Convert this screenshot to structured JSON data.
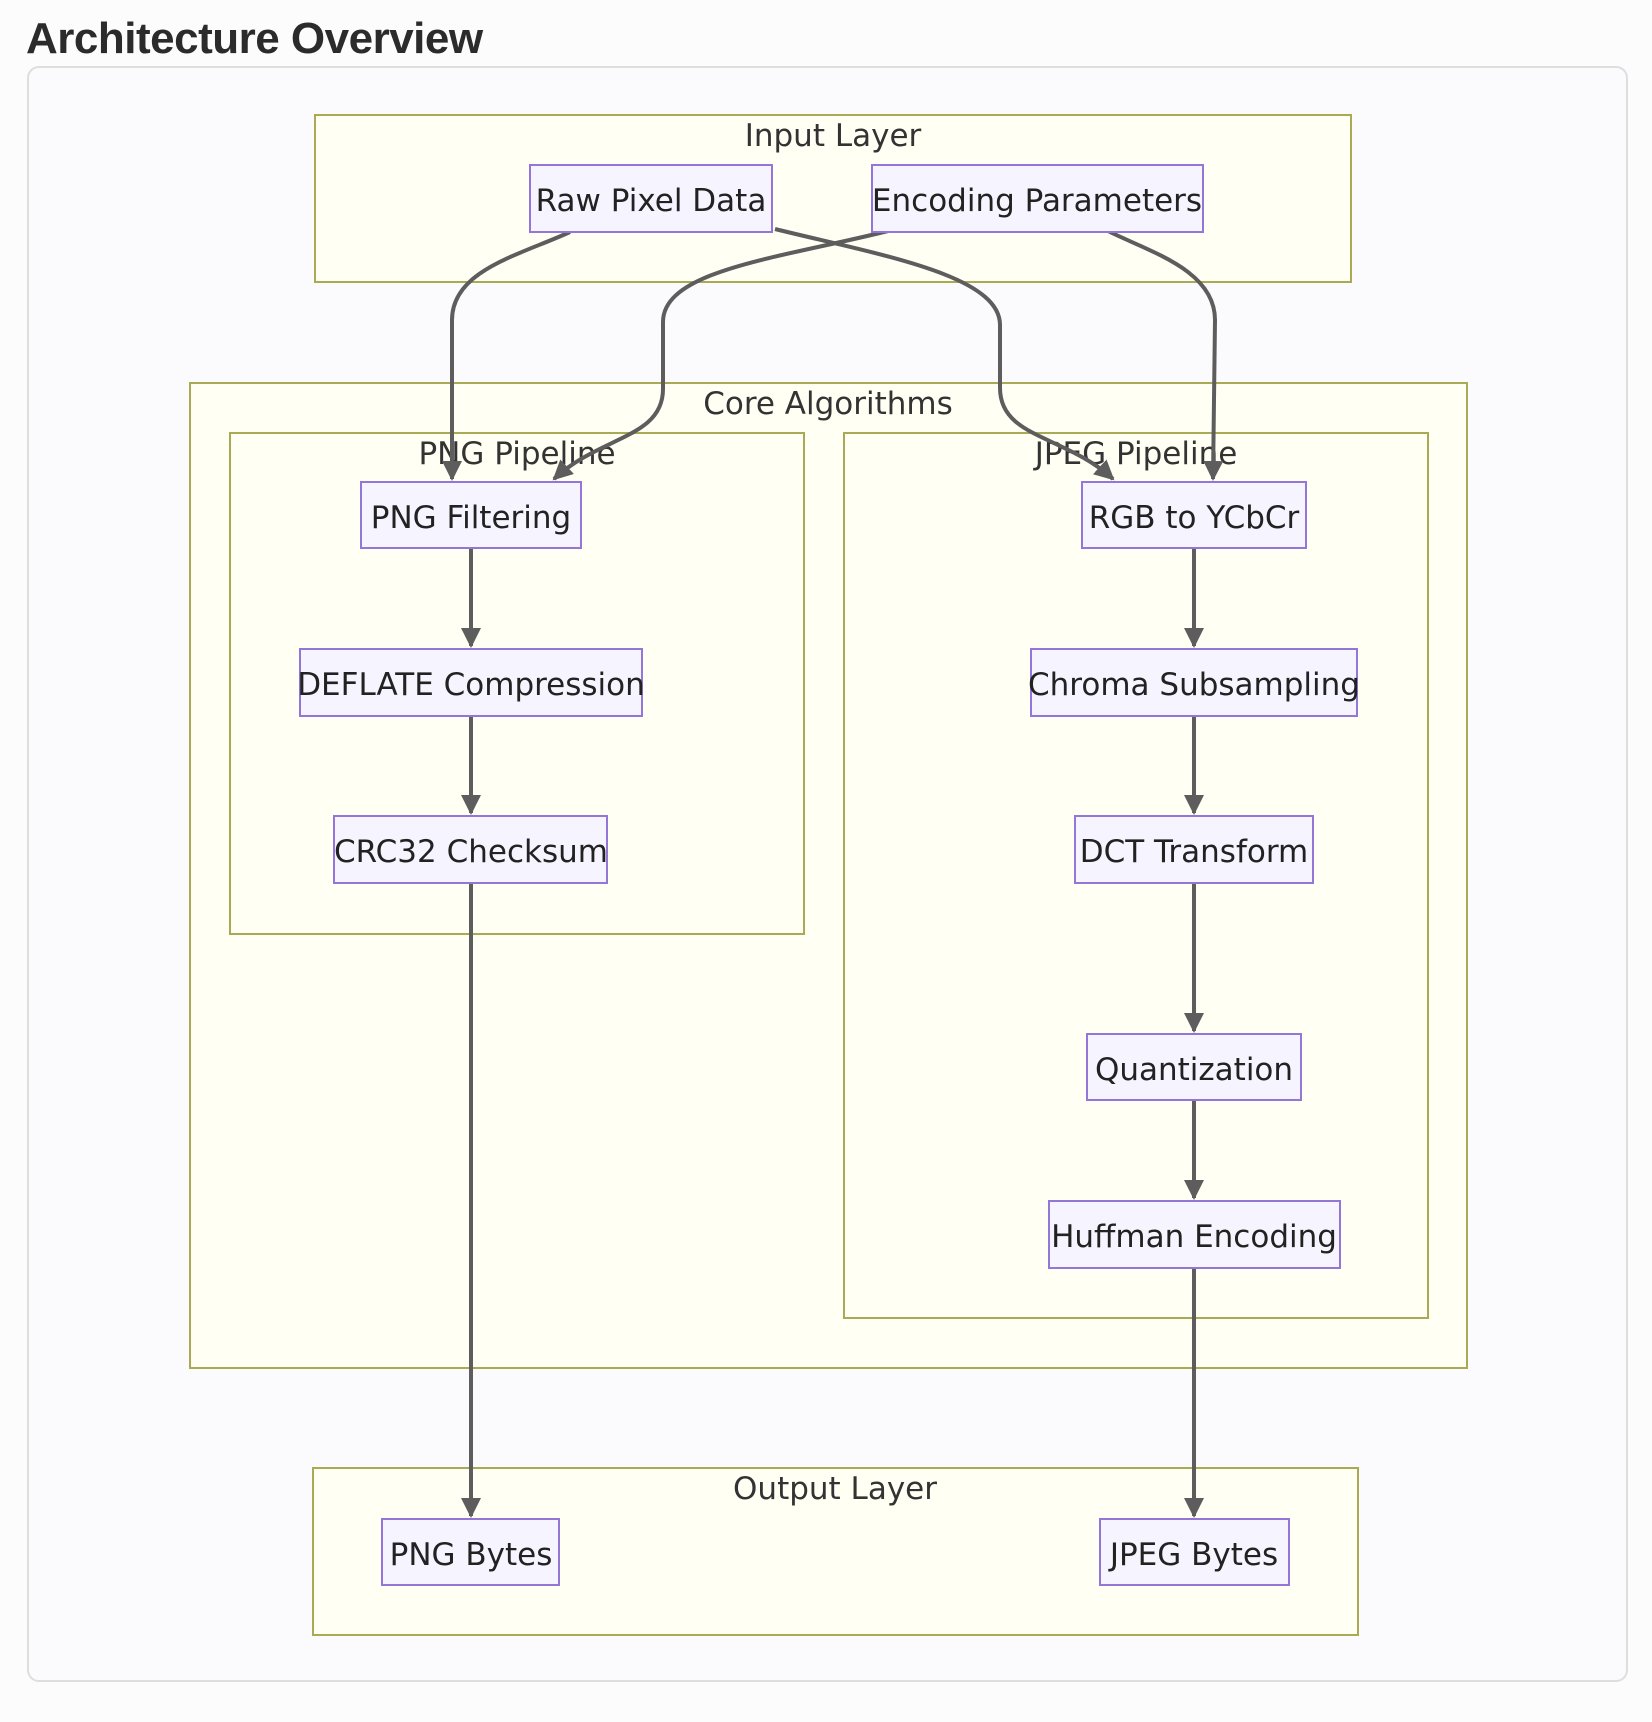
{
  "title": "Architecture Overview",
  "colors": {
    "cluster_fill": "#fffff4",
    "cluster_border": "#aaaa55",
    "node_fill": "#f6f5ff",
    "node_border": "#9376d8",
    "edge": "#5d5d5d"
  },
  "clusters": {
    "input": "Input Layer",
    "core": "Core Algorithms",
    "png": "PNG Pipeline",
    "jpeg": "JPEG Pipeline",
    "output": "Output Layer"
  },
  "nodes": {
    "raw_pixel": "Raw Pixel Data",
    "enc_params": "Encoding Parameters",
    "png_filter": "PNG Filtering",
    "deflate": "DEFLATE Compression",
    "crc32": "CRC32 Checksum",
    "rgb_ycbcr": "RGB to YCbCr",
    "chroma": "Chroma Subsampling",
    "dct": "DCT Transform",
    "quant": "Quantization",
    "huffman": "Huffman Encoding",
    "png_bytes": "PNG Bytes",
    "jpeg_bytes": "JPEG Bytes"
  },
  "edges": [
    {
      "from": "Raw Pixel Data",
      "to": "PNG Filtering"
    },
    {
      "from": "Raw Pixel Data",
      "to": "RGB to YCbCr"
    },
    {
      "from": "Encoding Parameters",
      "to": "PNG Filtering"
    },
    {
      "from": "Encoding Parameters",
      "to": "RGB to YCbCr"
    },
    {
      "from": "PNG Filtering",
      "to": "DEFLATE Compression"
    },
    {
      "from": "DEFLATE Compression",
      "to": "CRC32 Checksum"
    },
    {
      "from": "CRC32 Checksum",
      "to": "PNG Bytes"
    },
    {
      "from": "RGB to YCbCr",
      "to": "Chroma Subsampling"
    },
    {
      "from": "Chroma Subsampling",
      "to": "DCT Transform"
    },
    {
      "from": "DCT Transform",
      "to": "Quantization"
    },
    {
      "from": "Quantization",
      "to": "Huffman Encoding"
    },
    {
      "from": "Huffman Encoding",
      "to": "JPEG Bytes"
    }
  ]
}
